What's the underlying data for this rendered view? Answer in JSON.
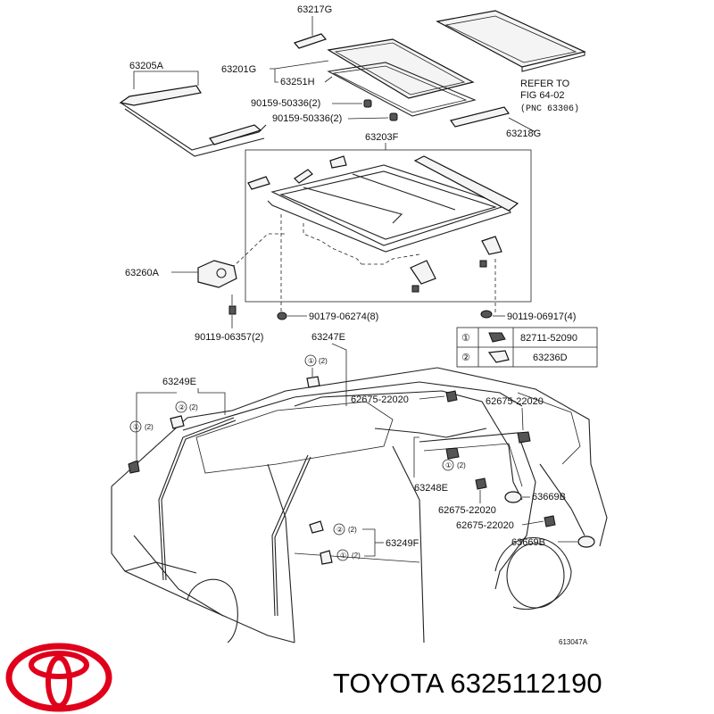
{
  "labels": {
    "p63217G": "63217G",
    "p63205A": "63205A",
    "p63201G": "63201G",
    "p63251H": "63251H",
    "p90159a": "90159-50336(2)",
    "p90159b": "90159-50336(2)",
    "p63203F": "63203F",
    "p63218G": "63218G",
    "refer1": "REFER TO",
    "refer2": "FIG 64-02",
    "pnc": "(PNC 63306)",
    "p63260A": "63260A",
    "p90179": "90179-06274(8)",
    "p90119_069": "90119-06917(4)",
    "p90119_063": "90119-06357(2)",
    "p63247E": "63247E",
    "p63249E": "63249E",
    "p62675a": "62675-22020",
    "p62675b": "62675-22020",
    "p62675c": "62675-22020",
    "p62675d": "62675-22020",
    "p63248E": "63248E",
    "p63669Ba": "63669B",
    "p63669Bb": "63669B",
    "p63249F": "63249F",
    "figno": "613047A"
  },
  "callouts": {
    "c1": "①",
    "c2": "②",
    "qty2": "(2)"
  },
  "legend": {
    "row1": {
      "num": "①",
      "part": "82711-52090"
    },
    "row2": {
      "num": "②",
      "part": "63236D"
    }
  },
  "footer": {
    "brand_text": "TOYOTA 6325112190",
    "logo_color": "#e0001b"
  }
}
